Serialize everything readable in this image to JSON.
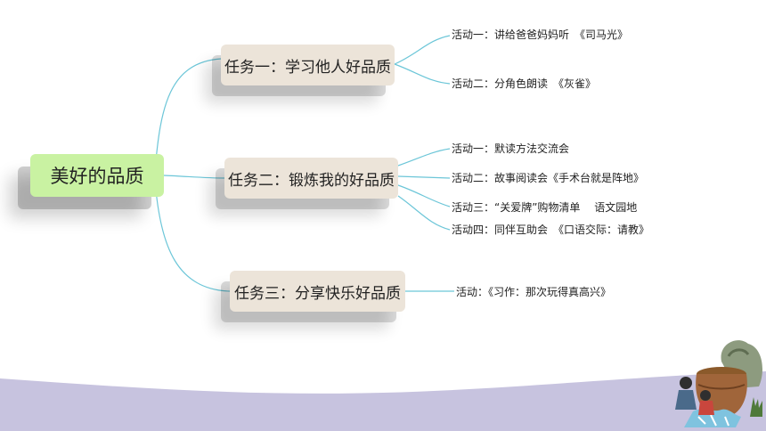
{
  "mindmap": {
    "root": "美好的品质",
    "tasks": [
      {
        "label": "任务一：学习他人好品质",
        "activities": [
          "活动一：讲给爸爸妈妈听　《司马光》",
          "活动二：分角色朗读　《灰雀》"
        ]
      },
      {
        "label": "任务二：锻炼我的好品质",
        "activities": [
          "活动一：默读方法交流会",
          "活动二：故事阅读会《手术台就是阵地》",
          "活动三：“关爱牌”购物清单　 语文园地",
          "活动四：同伴互助会　《口语交际：请教》"
        ]
      },
      {
        "label": "任务三：分享快乐好品质",
        "activities": [
          "活动：《习作：那次玩得真高兴》"
        ]
      }
    ]
  },
  "colors": {
    "root_fill": "#c9f2a2",
    "task_fill": "#ece4d9",
    "connector": "#6cc6d8",
    "band": "#c7c3df"
  },
  "decoration": {
    "icon": "water-vat-children-illustration-icon"
  }
}
